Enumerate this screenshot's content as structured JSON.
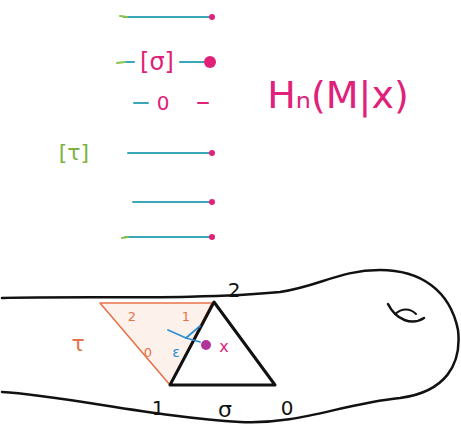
{
  "diagram": {
    "labels": [
      "[σ]",
      "0",
      "[τ]",
      "Hₙ(M|x)",
      "2",
      "1",
      "0",
      "σ",
      "x",
      "τ",
      "2",
      "1",
      "0",
      "ε"
    ]
  }
}
